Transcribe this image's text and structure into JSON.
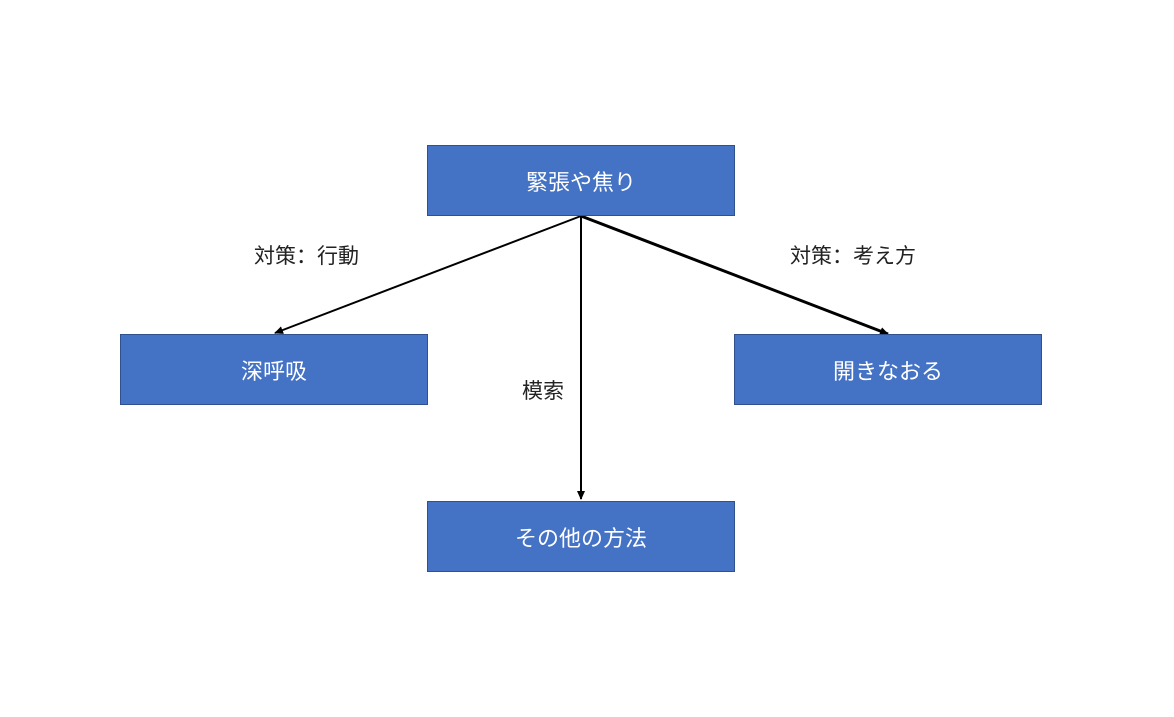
{
  "colors": {
    "node_fill": "#4472c4",
    "node_border": "#2f528f",
    "node_text": "#ffffff",
    "edge": "#000000"
  },
  "nodes": {
    "root": "緊張や焦り",
    "left": "深呼吸",
    "right": "開きなおる",
    "bottom": "その他の方法"
  },
  "edges": {
    "left_label": "対策：行動",
    "right_label": "対策：考え方",
    "bottom_label": "模索"
  }
}
